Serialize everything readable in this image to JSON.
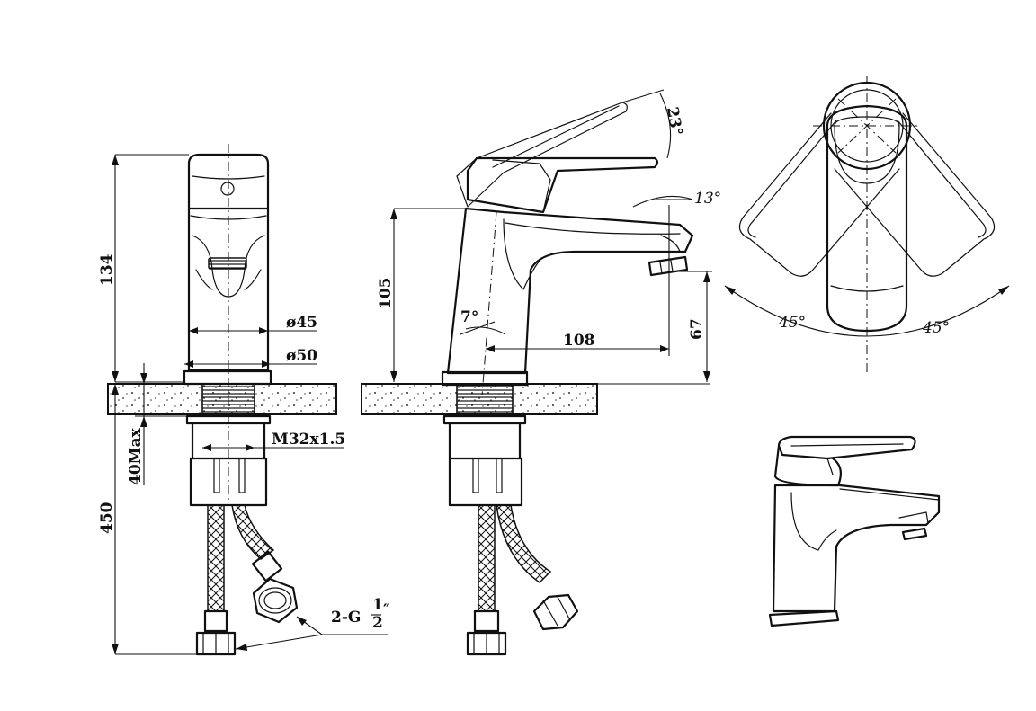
{
  "front_view": {
    "height_label": "134",
    "body_diameter_label": "ø45",
    "base_diameter_label": "ø50",
    "thread_label": "M32x1.5",
    "max_deck_label": "40Max",
    "hose_length_label": "450",
    "hose_connector_label": "2-G",
    "hose_connector_frac_top": "1",
    "hose_connector_frac_bottom": "2",
    "hose_connector_unit": "″"
  },
  "side_view": {
    "lever_angle_label": "23°",
    "spout_angle_label": "13°",
    "height_label": "105",
    "body_tilt_label": "7°",
    "reach_label": "108",
    "spout_height_label": "67"
  },
  "top_view": {
    "left_swing_label": "45°",
    "right_swing_label": "45°"
  }
}
